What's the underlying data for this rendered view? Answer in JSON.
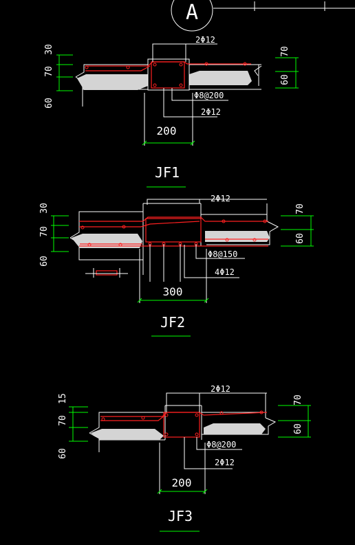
{
  "axis_label": "A",
  "details": [
    {
      "title": "JF1",
      "top_bar": "2Φ12",
      "stirrup": "Φ8@200",
      "bottom_bar": "2Φ12",
      "width": "200",
      "left_dims": [
        "30",
        "70",
        "60"
      ],
      "right_dims": [
        "70",
        "60"
      ]
    },
    {
      "title": "JF2",
      "top_bar": "2Φ12",
      "stirrup": "Φ8@150",
      "bottom_bar": "4Φ12",
      "width": "300",
      "left_dims": [
        "30",
        "70",
        "60"
      ],
      "right_dims": [
        "70",
        "60"
      ]
    },
    {
      "title": "JF3",
      "top_bar": "2Φ12",
      "stirrup": "Φ8@200",
      "bottom_bar": "2Φ12",
      "width": "200",
      "left_dims": [
        "15",
        "70",
        "60"
      ],
      "right_dims": [
        "70",
        "60"
      ]
    }
  ]
}
